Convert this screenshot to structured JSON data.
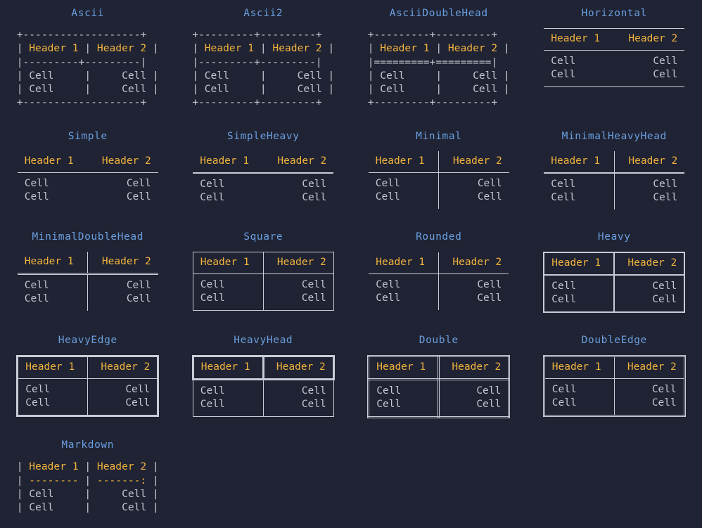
{
  "page": {
    "background": "#1f2333",
    "title_color": "#6b9fe0",
    "header_color": "#f2b33d",
    "cell_color": "#c3c7d1",
    "line_color": "#c9ccd6"
  },
  "labels": {
    "header1": "Header 1",
    "header2": "Header 2",
    "cell": "Cell"
  },
  "tables": [
    {
      "id": "ascii",
      "title": "Ascii",
      "style": "ascii",
      "ascii_lines": [
        [
          {
            "t": "+-------------------+",
            "k": "b"
          }
        ],
        [
          {
            "t": "| ",
            "k": "b"
          },
          {
            "t": "Header 1",
            "k": "h"
          },
          {
            "t": " | ",
            "k": "b"
          },
          {
            "t": "Header 2",
            "k": "h"
          },
          {
            "t": " |",
            "k": "b"
          }
        ],
        [
          {
            "t": "|---------+---------|",
            "k": "b"
          }
        ],
        [
          {
            "t": "| ",
            "k": "b"
          },
          {
            "t": "Cell    ",
            "k": "c"
          },
          {
            "t": " |     ",
            "k": "b"
          },
          {
            "t": "Cell",
            "k": "c"
          },
          {
            "t": " |",
            "k": "b"
          }
        ],
        [
          {
            "t": "| ",
            "k": "b"
          },
          {
            "t": "Cell    ",
            "k": "c"
          },
          {
            "t": " |     ",
            "k": "b"
          },
          {
            "t": "Cell",
            "k": "c"
          },
          {
            "t": " |",
            "k": "b"
          }
        ],
        [
          {
            "t": "+-------------------+",
            "k": "b"
          }
        ]
      ]
    },
    {
      "id": "ascii2",
      "title": "Ascii2",
      "style": "ascii",
      "ascii_lines": [
        [
          {
            "t": "+---------+---------+",
            "k": "b"
          }
        ],
        [
          {
            "t": "| ",
            "k": "b"
          },
          {
            "t": "Header 1",
            "k": "h"
          },
          {
            "t": " | ",
            "k": "b"
          },
          {
            "t": "Header 2",
            "k": "h"
          },
          {
            "t": " |",
            "k": "b"
          }
        ],
        [
          {
            "t": "|---------+---------|",
            "k": "b"
          }
        ],
        [
          {
            "t": "| ",
            "k": "b"
          },
          {
            "t": "Cell    ",
            "k": "c"
          },
          {
            "t": " |     ",
            "k": "b"
          },
          {
            "t": "Cell",
            "k": "c"
          },
          {
            "t": " |",
            "k": "b"
          }
        ],
        [
          {
            "t": "| ",
            "k": "b"
          },
          {
            "t": "Cell    ",
            "k": "c"
          },
          {
            "t": " |     ",
            "k": "b"
          },
          {
            "t": "Cell",
            "k": "c"
          },
          {
            "t": " |",
            "k": "b"
          }
        ],
        [
          {
            "t": "+---------+---------+",
            "k": "b"
          }
        ]
      ]
    },
    {
      "id": "asciidoublehead",
      "title": "AsciiDoubleHead",
      "style": "ascii",
      "ascii_lines": [
        [
          {
            "t": "+---------+---------+",
            "k": "b"
          }
        ],
        [
          {
            "t": "| ",
            "k": "b"
          },
          {
            "t": "Header 1",
            "k": "h"
          },
          {
            "t": " | ",
            "k": "b"
          },
          {
            "t": "Header 2",
            "k": "h"
          },
          {
            "t": " |",
            "k": "b"
          }
        ],
        [
          {
            "t": "|=========+=========|",
            "k": "b"
          }
        ],
        [
          {
            "t": "| ",
            "k": "b"
          },
          {
            "t": "Cell    ",
            "k": "c"
          },
          {
            "t": " |     ",
            "k": "b"
          },
          {
            "t": "Cell",
            "k": "c"
          },
          {
            "t": " |",
            "k": "b"
          }
        ],
        [
          {
            "t": "| ",
            "k": "b"
          },
          {
            "t": "Cell    ",
            "k": "c"
          },
          {
            "t": " |     ",
            "k": "b"
          },
          {
            "t": "Cell",
            "k": "c"
          },
          {
            "t": " |",
            "k": "b"
          }
        ],
        [
          {
            "t": "+---------+---------+",
            "k": "b"
          }
        ]
      ]
    },
    {
      "id": "horizontal",
      "title": "Horizontal",
      "style": "box",
      "class": "tbl-horizontal"
    },
    {
      "id": "simple",
      "title": "Simple",
      "style": "box",
      "class": "tbl-simple"
    },
    {
      "id": "simpleheavy",
      "title": "SimpleHeavy",
      "style": "box",
      "class": "tbl-simpleheavy"
    },
    {
      "id": "minimal",
      "title": "Minimal",
      "style": "box",
      "class": "tbl-minimal"
    },
    {
      "id": "minimalheavyhead",
      "title": "MinimalHeavyHead",
      "style": "box",
      "class": "tbl-minimalheavy"
    },
    {
      "id": "minimaldoublehead",
      "title": "MinimalDoubleHead",
      "style": "box",
      "class": "tbl-minimaldouble"
    },
    {
      "id": "square",
      "title": "Square",
      "style": "box",
      "class": "tbl-square"
    },
    {
      "id": "rounded",
      "title": "Rounded",
      "style": "box",
      "class": "tbl-round"
    },
    {
      "id": "heavy",
      "title": "Heavy",
      "style": "box",
      "class": "tbl-heavy"
    },
    {
      "id": "heavyedge",
      "title": "HeavyEdge",
      "style": "box",
      "class": "tbl-heavyedge"
    },
    {
      "id": "heavyhead",
      "title": "HeavyHead",
      "style": "box",
      "class": "tbl-heavyhead"
    },
    {
      "id": "double",
      "title": "Double",
      "style": "box",
      "class": "tbl-double"
    },
    {
      "id": "doubleedge",
      "title": "DoubleEdge",
      "style": "box",
      "class": "tbl-doubleedge"
    },
    {
      "id": "markdown",
      "title": "Markdown",
      "style": "ascii",
      "ascii_lines": [
        [
          {
            "t": "| ",
            "k": "b"
          },
          {
            "t": "Header 1",
            "k": "h"
          },
          {
            "t": " | ",
            "k": "b"
          },
          {
            "t": "Header 2",
            "k": "h"
          },
          {
            "t": " |",
            "k": "b"
          }
        ],
        [
          {
            "t": "| ",
            "k": "b"
          },
          {
            "t": "--------",
            "k": "h"
          },
          {
            "t": " | ",
            "k": "b"
          },
          {
            "t": "-------:",
            "k": "h"
          },
          {
            "t": " |",
            "k": "b"
          }
        ],
        [
          {
            "t": "| ",
            "k": "b"
          },
          {
            "t": "Cell    ",
            "k": "c"
          },
          {
            "t": " |     ",
            "k": "b"
          },
          {
            "t": "Cell",
            "k": "c"
          },
          {
            "t": " |",
            "k": "b"
          }
        ],
        [
          {
            "t": "| ",
            "k": "b"
          },
          {
            "t": "Cell    ",
            "k": "c"
          },
          {
            "t": " |     ",
            "k": "b"
          },
          {
            "t": "Cell",
            "k": "c"
          },
          {
            "t": " |",
            "k": "b"
          }
        ]
      ]
    }
  ]
}
